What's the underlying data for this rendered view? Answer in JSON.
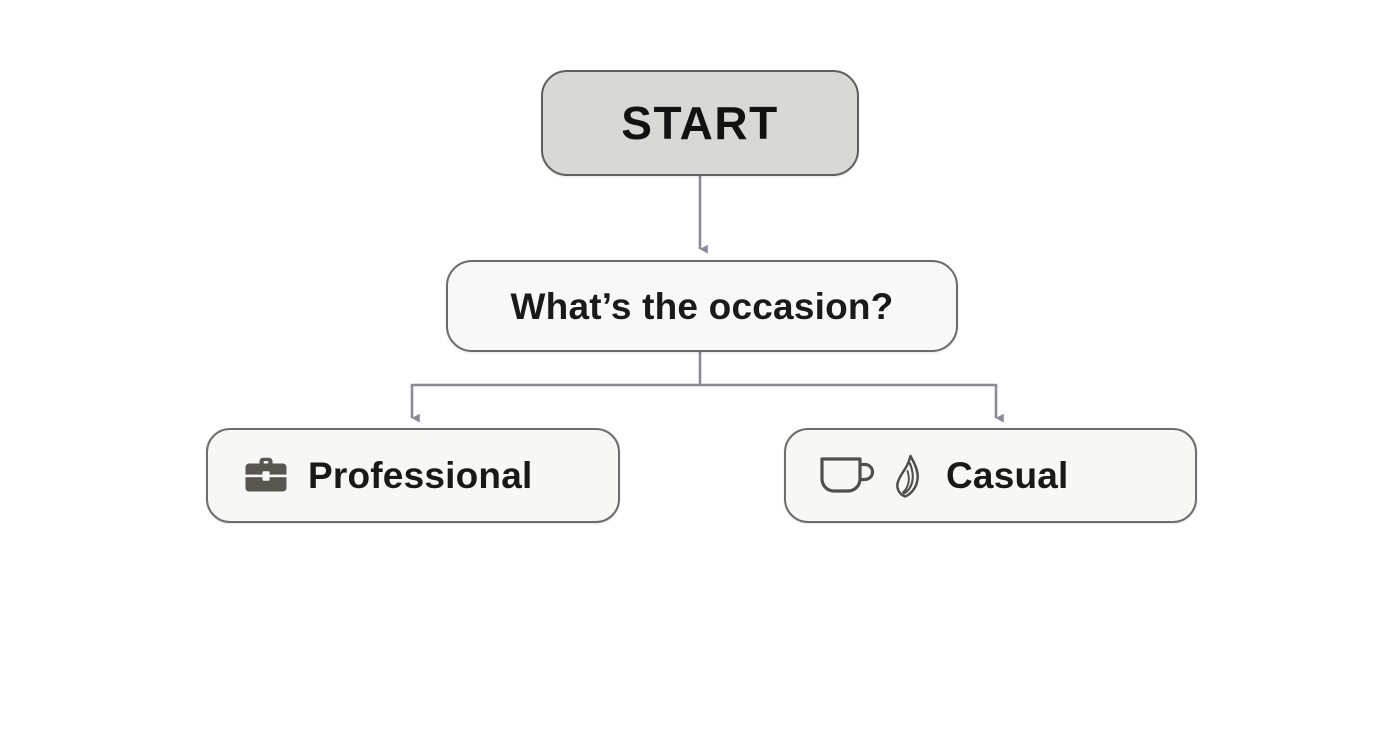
{
  "diagram": {
    "title": "Occasion decision flowchart",
    "background_color": "#ffffff",
    "connector_color": "#8a8a99",
    "nodes": {
      "start": {
        "label": "START",
        "fill": "#d8d8d6",
        "border": "#5e5e5e",
        "text_color": "#121212",
        "shape": "rounded-rectangle"
      },
      "question": {
        "label": "What’s the occasion?",
        "fill": "#f8f8f8",
        "border": "#6a6a6a",
        "text_color": "#1a1a1a",
        "shape": "rounded-rectangle"
      },
      "professional": {
        "label": "Professional",
        "icons": [
          "briefcase-icon"
        ],
        "fill": "#f7f7f6",
        "border": "#6d6d6d",
        "text_color": "#191919",
        "icon_color": "#58564f",
        "shape": "rounded-rectangle"
      },
      "casual": {
        "label": "Casual",
        "icons": [
          "coffee-cup-icon",
          "steam-swirl-icon"
        ],
        "fill": "#f7f7f6",
        "border": "#6d6d6d",
        "text_color": "#191919",
        "icon_color": "#4f4f4f",
        "shape": "rounded-rectangle"
      }
    },
    "edges": [
      {
        "from": "start",
        "to": "question",
        "style": "straight-arrow-down"
      },
      {
        "from": "question",
        "to": "professional",
        "style": "elbow-arrow-down-left"
      },
      {
        "from": "question",
        "to": "casual",
        "style": "elbow-arrow-down-right"
      }
    ]
  }
}
